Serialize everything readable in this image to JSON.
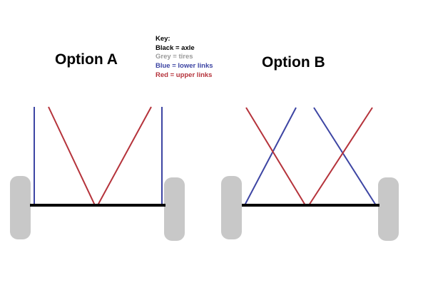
{
  "colors": {
    "axle": "#000000",
    "tire": "#c8c8c8",
    "lower_link": "#3d45a3",
    "upper_link": "#b5333b"
  },
  "option_a": {
    "title": "Option A"
  },
  "option_b": {
    "title": "Option B"
  },
  "key": {
    "heading": "Key:",
    "entries": [
      {
        "label": "Black = axle",
        "color": "#000000"
      },
      {
        "label": "Grey = tires",
        "color": "#9a9a9a"
      },
      {
        "label": "Blue = lower links",
        "color": "#3d45a3"
      },
      {
        "label": "Red = upper links",
        "color": "#b5333b"
      }
    ]
  }
}
